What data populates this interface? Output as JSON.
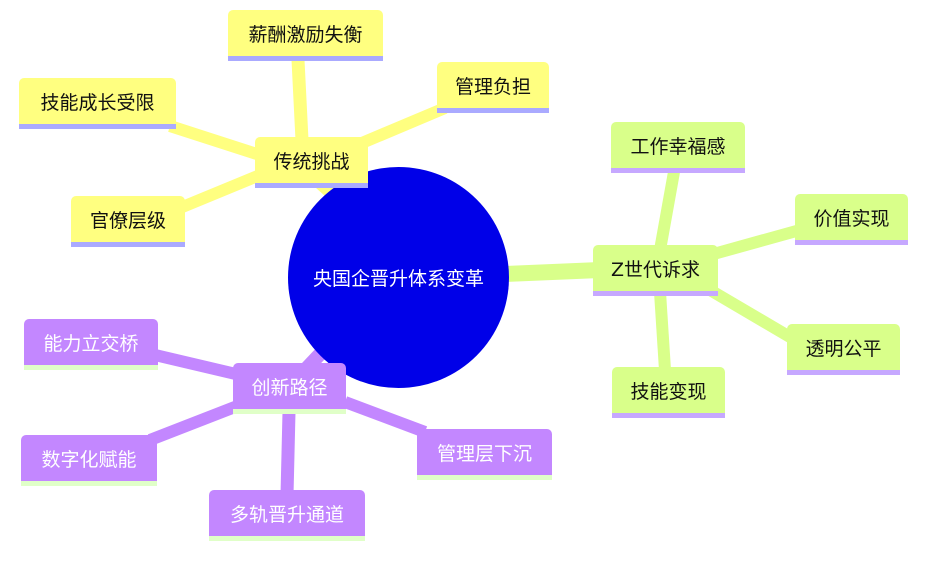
{
  "root": {
    "label": "央国企晋升体系变革",
    "color": "#0000e8"
  },
  "branches": [
    {
      "label": "传统挑战",
      "color": "#ffff80",
      "children": [
        "薪酬激励失衡",
        "管理负担",
        "技能成长受限",
        "官僚层级"
      ]
    },
    {
      "label": "Z世代诉求",
      "color": "#d9ff8a",
      "children": [
        "工作幸福感",
        "价值实现",
        "透明公平",
        "技能变现"
      ]
    },
    {
      "label": "创新路径",
      "color": "#c387ff",
      "children": [
        "能力立交桥",
        "数字化赋能",
        "多轨晋升通道",
        "管理层下沉"
      ]
    }
  ]
}
